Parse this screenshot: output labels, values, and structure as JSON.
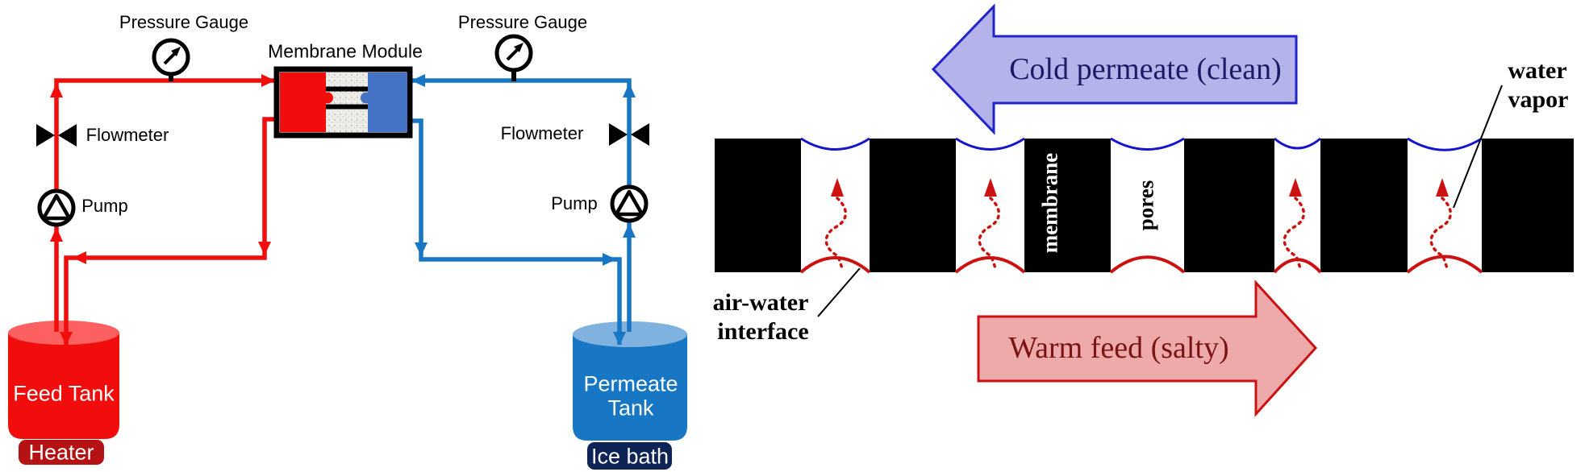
{
  "flow_loop_diagram": {
    "membrane_module_label": "Membrane Module",
    "feed_side": {
      "pressure_gauge_label": "Pressure Gauge",
      "flowmeter_label": "Flowmeter",
      "pump_label": "Pump",
      "tank_label": "Feed Tank",
      "bath_label": "Heater"
    },
    "permeate_side": {
      "pressure_gauge_label": "Pressure Gauge",
      "flowmeter_label": "Flowmeter",
      "pump_label": "Pump",
      "tank_label_line1": "Permeate",
      "tank_label_line2": "Tank",
      "bath_label": "Ice bath"
    }
  },
  "membrane_schematic": {
    "cold_stream_label": "Cold permeate (clean)",
    "warm_stream_label": "Warm feed (salty)",
    "water_vapor_label_line1": "water",
    "water_vapor_label_line2": "vapor",
    "air_water_interface_label_line1": "air-water",
    "air_water_interface_label_line2": "interface",
    "membrane_label": "membrane",
    "pores_label": "pores"
  },
  "colors": {
    "feed_red": "#f20d0d",
    "heater_dark_red": "#b51313",
    "permeate_blue": "#1777c4",
    "tank_top_light_blue": "#7fb2de",
    "tank_top_light_red": "#fc6060",
    "ice_bath_navy": "#0e2456",
    "module_blue": "#4472c4",
    "cold_arrow_fill": "#b4b4ea",
    "cold_arrow_border": "#2323cc",
    "cold_arrow_text": "#1a1a66",
    "warm_arrow_fill": "#eeaaaa",
    "warm_arrow_border": "#cc1111",
    "warm_arrow_text": "#7a1414",
    "meniscus_blue": "#1414cc",
    "vapor_red": "#cc1111"
  }
}
